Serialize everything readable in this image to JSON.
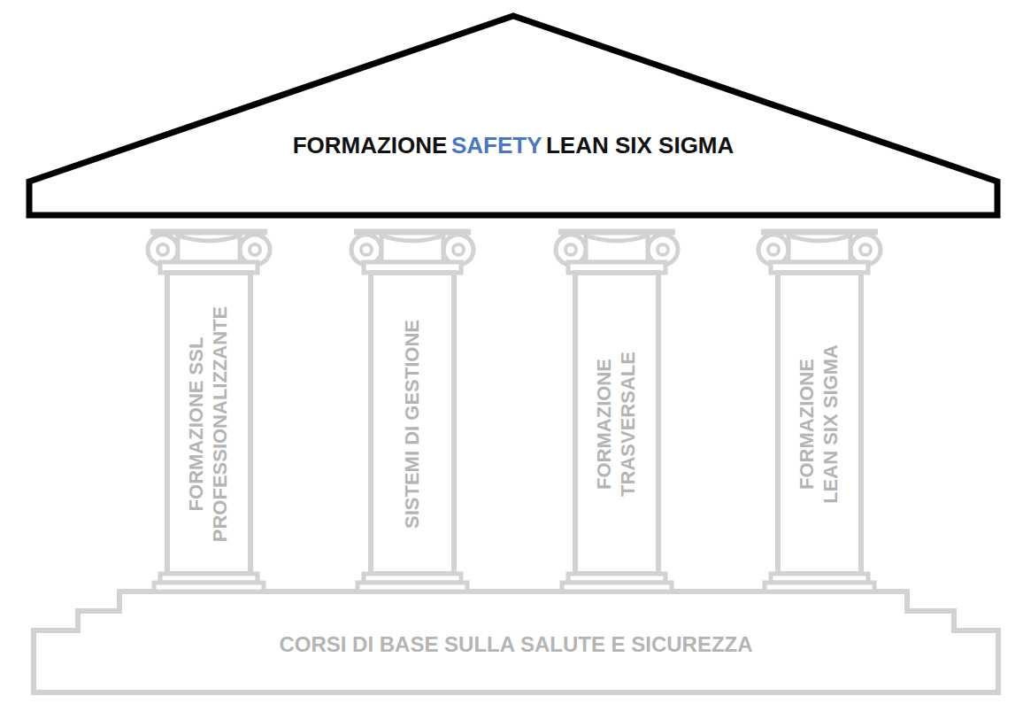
{
  "diagram": {
    "nodes": [
      {
        "text": [
          "FORMAZIONE",
          "SAFETY",
          "LEAN SIX SIGMA"
        ]
      },
      {
        "text": [
          "FORMAZIONE SSL PROFESSIONALIZZANTE"
        ]
      },
      {
        "text": [
          "SISTEMI DI GESTIONE"
        ]
      },
      {
        "text": [
          "FORMAZIONE TRASVERSALE"
        ]
      },
      {
        "text": [
          "FORMAZIONE LEAN SIX SIGMA"
        ]
      },
      {
        "text": [
          "CORSI DI BASE SULLA SALUTE E SICUREZZA"
        ]
      }
    ]
  }
}
